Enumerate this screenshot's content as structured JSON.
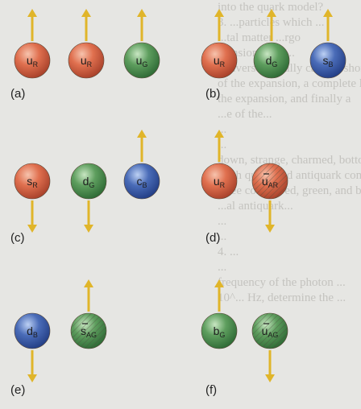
{
  "background_text": [
    "into the quark model?",
    "3. ...particles which ...",
    "...tal matter ...rgo",
    "...ansion of an...",
    "Universe actually cause a shortage",
    "of the expansion, a complete loss",
    "the expansion, and finally a",
    "...e of the...",
    "...",
    "...",
    "down, strange, charmed, bottom, and top.",
    "Each quark and antiquark comes in",
    "three colors: red, green, and blue. Each",
    "...al antiquark...",
    "...",
    "...",
    "4. ...",
    "...",
    "frequency of the photon ...",
    "10^... Hz, determine the ...",
    "...",
    "...",
    "..."
  ],
  "panels": [
    {
      "label": "(a)",
      "particles": [
        {
          "name": "u",
          "sub": "R",
          "color": "red",
          "spin": "up",
          "anti": false
        },
        {
          "name": "u",
          "sub": "R",
          "color": "red",
          "spin": "up",
          "anti": false
        },
        {
          "name": "u",
          "sub": "G",
          "color": "green",
          "spin": "up",
          "anti": false
        }
      ]
    },
    {
      "label": "(b)",
      "particles": [
        {
          "name": "u",
          "sub": "R",
          "color": "red",
          "spin": "up",
          "anti": false
        },
        {
          "name": "d",
          "sub": "G",
          "color": "green",
          "spin": "up",
          "anti": false
        },
        {
          "name": "s",
          "sub": "B",
          "color": "blue",
          "spin": "up",
          "anti": false
        }
      ]
    },
    {
      "label": "(c)",
      "particles": [
        {
          "name": "s",
          "sub": "R",
          "color": "red",
          "spin": "down",
          "anti": false
        },
        {
          "name": "d",
          "sub": "G",
          "color": "green",
          "spin": "down",
          "anti": false
        },
        {
          "name": "c",
          "sub": "B",
          "color": "blue",
          "spin": "up",
          "anti": false
        }
      ]
    },
    {
      "label": "(d)",
      "particles": [
        {
          "name": "u",
          "sub": "R",
          "color": "red",
          "spin": "up",
          "anti": false
        },
        {
          "name": "u",
          "sub": "AR",
          "color": "red",
          "spin": "down",
          "anti": true
        }
      ]
    },
    {
      "label": "(e)",
      "particles": [
        {
          "name": "d",
          "sub": "B",
          "color": "blue",
          "spin": "down",
          "anti": false
        },
        {
          "name": "s",
          "sub": "AG",
          "color": "green",
          "spin": "up",
          "anti": true
        }
      ]
    },
    {
      "label": "(f)",
      "particles": [
        {
          "name": "b",
          "sub": "G",
          "color": "green",
          "spin": "up",
          "anti": false
        },
        {
          "name": "u",
          "sub": "AG",
          "color": "green",
          "spin": "down",
          "anti": true
        }
      ]
    }
  ],
  "colors": {
    "red": "#e0704f",
    "green": "#5e9e5e",
    "blue": "#4a6cb8",
    "arrow": "#e0b52a",
    "hatch": "#6b6b5a"
  }
}
